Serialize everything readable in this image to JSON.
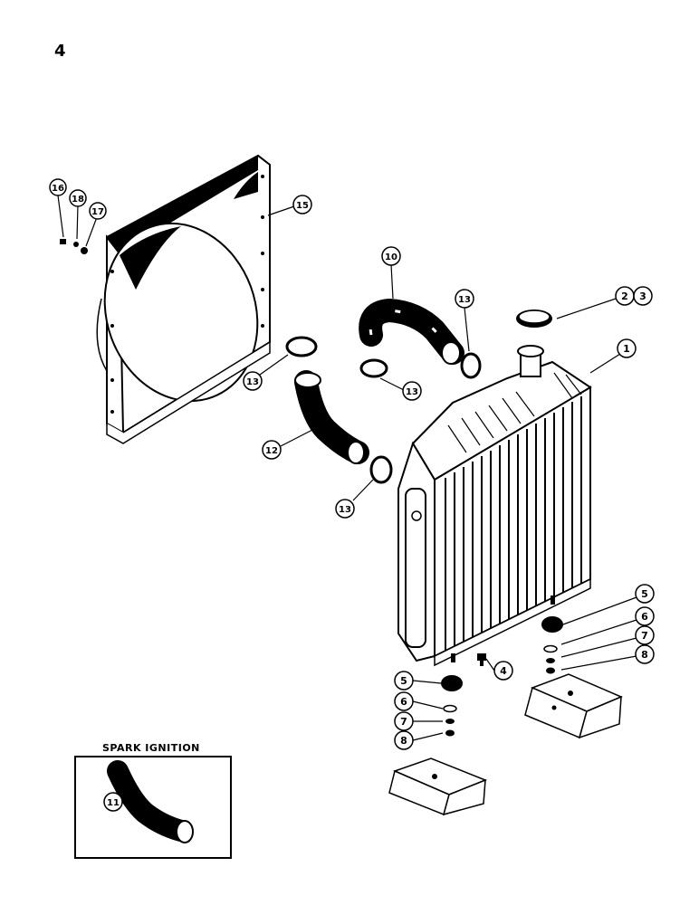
{
  "page_number": "4",
  "inset": {
    "title": "SPARK IGNITION"
  },
  "callouts": {
    "c1": "1",
    "c2": "2",
    "c3": "3",
    "c4": "4",
    "c5a": "5",
    "c5b": "5",
    "c6a": "6",
    "c6b": "6",
    "c7a": "7",
    "c7b": "7",
    "c8a": "8",
    "c8b": "8",
    "c10": "10",
    "c11": "11",
    "c12": "12",
    "c13a": "13",
    "c13b": "13",
    "c13c": "13",
    "c13d": "13",
    "c15": "15",
    "c16": "16",
    "c17": "17",
    "c18": "18"
  }
}
